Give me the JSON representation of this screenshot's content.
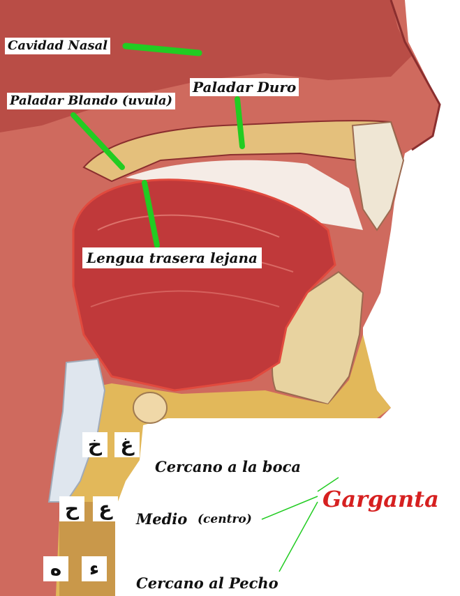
{
  "labels": {
    "cavidad_nasal": "Cavidad Nasal",
    "paladar_duro": "Paladar Duro",
    "paladar_blando": "Paladar Blando (uvula)",
    "lengua_trasera": "Lengua trasera lejana",
    "cercano_boca": "Cercano a la boca",
    "medio": "Medio",
    "centro": "(centro)",
    "cercano_pecho": "Cercano al Pecho",
    "garganta": "Garganta"
  },
  "letters": {
    "kha": "خ",
    "ghain": "غ",
    "ha": "ح",
    "ain": "ع",
    "heh": "ه",
    "hamza": "ء"
  },
  "colors": {
    "pointer_lines": "#22cc22",
    "garganta_text": "#d62020",
    "tissue": "#d4756a",
    "muscle": "#b83232",
    "bone": "#e8c56a"
  }
}
